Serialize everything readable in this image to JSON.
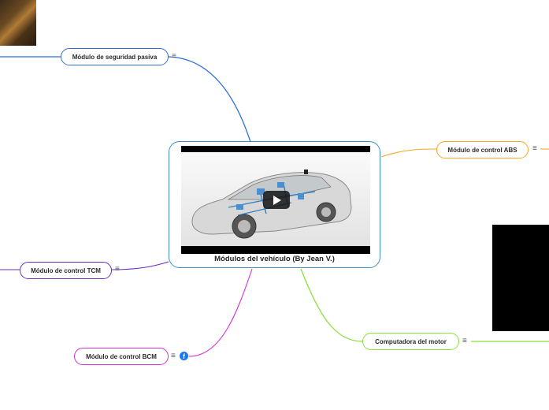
{
  "center": {
    "title": "Módulos del vehículo (By Jean V.)",
    "media": "video-thumbnail",
    "border_color": "#3d8fc6"
  },
  "branches": {
    "seguridad": {
      "label": "Módulo de seguridad pasiva",
      "color": "#2f6fdc"
    },
    "abs": {
      "label": "Módulo de control ABS",
      "color": "#f5a623"
    },
    "tcm": {
      "label": "Módulo de control TCM",
      "color": "#6a2bbf"
    },
    "bcm": {
      "label": "Módulo de control BCM",
      "color": "#d62fd6"
    },
    "motor": {
      "label": "Computadora del motor",
      "color": "#8de03a"
    }
  },
  "icons": {
    "menu": "≡",
    "facebook": "f"
  }
}
